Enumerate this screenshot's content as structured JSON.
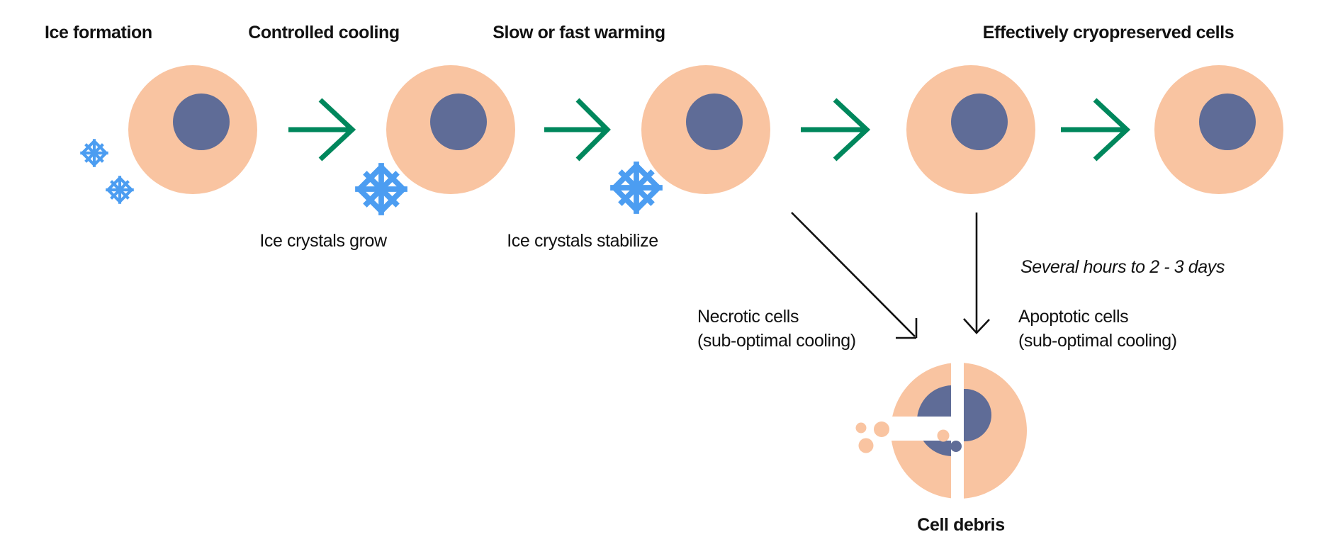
{
  "stages": {
    "stage1": "Ice formation",
    "stage2": "Controlled cooling",
    "stage3": "Slow or fast warming",
    "stage4": "Effectively cryopreserved cells"
  },
  "sub_labels": {
    "grow": "Ice crystals grow",
    "stabilize": "Ice crystals stabilize"
  },
  "annotations": {
    "duration": "Several hours to 2 - 3 days",
    "necrotic_line1": "Necrotic cells",
    "necrotic_line2": "(sub-optimal cooling)",
    "apoptotic_line1": "Apoptotic cells",
    "apoptotic_line2": "(sub-optimal cooling)",
    "debris_label": "Cell debris"
  },
  "icons": {
    "cell": "cell-with-nucleus",
    "snowflake": "snowflake-icon",
    "arrow_right": "green-right-arrow",
    "arrow_black": "thin-black-arrow",
    "debris": "broken-cell-debris"
  },
  "colors": {
    "cell_body": "#F9C4A1",
    "nucleus": "#5F6C97",
    "arrow_green": "#00875C",
    "snowflake_blue": "#4C9DF1",
    "text": "#111111",
    "background": "#FFFFFF"
  }
}
